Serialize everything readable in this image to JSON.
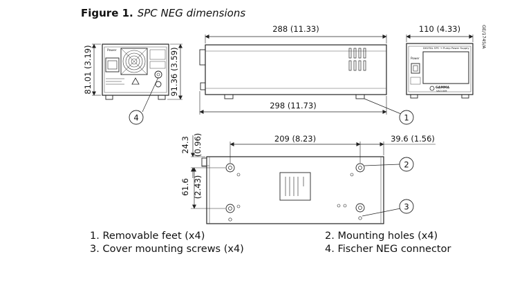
{
  "figure": {
    "label": "Figure 1.",
    "title": "SPC NEG dimensions",
    "doc_code": "GE/1745/A"
  },
  "dimensions": {
    "front_height": "81.01 (3.19)",
    "front_height_total": "91.36 (3.59)",
    "side_length": "288 (11.33)",
    "side_length_total": "298 (11.73)",
    "end_width": "110 (4.33)",
    "bottom_top_offset_mm": "24.3",
    "bottom_top_offset_in": "(0.96)",
    "hole_spacing_x": "209 (8.23)",
    "hole_edge_offset": "39.6 (1.56)",
    "hole_spacing_y_mm": "61.6",
    "hole_spacing_y_in": "(2.43)"
  },
  "panel_text": {
    "power": "Power",
    "gamma": "GAMMA",
    "vacuum": "VACUUM",
    "spc_label": "DIGITAL SPC → Pump Power Supply"
  },
  "callouts": [
    "1",
    "2",
    "3",
    "4"
  ],
  "legend": {
    "items": [
      "1. Removable feet (x4)",
      "2. Mounting holes (x4)",
      "3. Cover mounting screws (x4)",
      "4. Fischer NEG connector"
    ]
  }
}
